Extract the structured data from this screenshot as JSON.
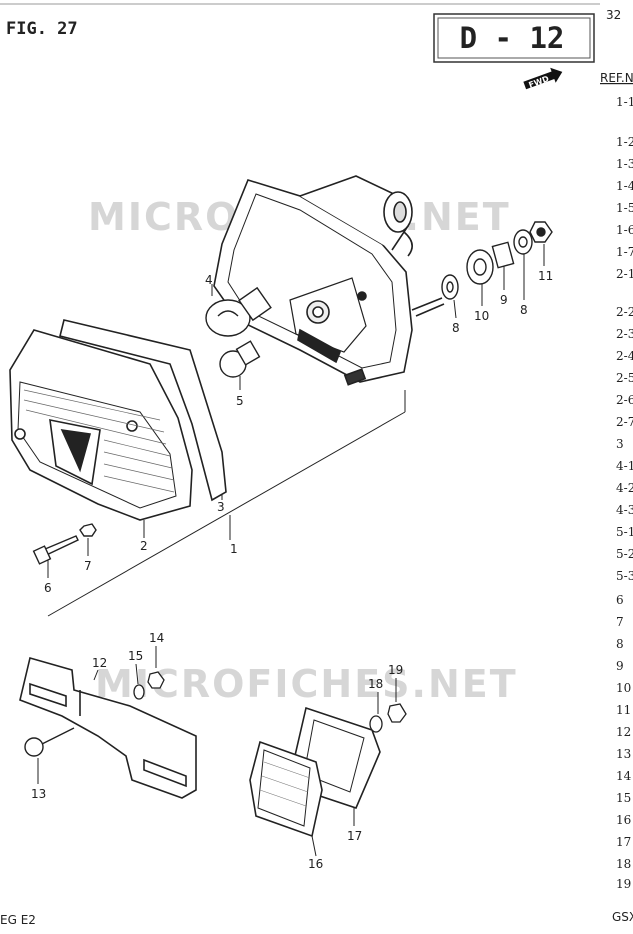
{
  "header": {
    "figure": "FIG. 27",
    "section_code": "D - 12",
    "page_number": "32",
    "fwd_label": "FWD",
    "ref_header": "REF.N"
  },
  "watermark": "MICROFICHES.NET",
  "callouts": [
    "1",
    "2",
    "3",
    "4",
    "5",
    "6",
    "7",
    "8",
    "9",
    "10",
    "11",
    "12",
    "13",
    "14",
    "15",
    "16",
    "17",
    "18",
    "19"
  ],
  "ref_list": [
    "1-1",
    "1-2",
    "1-3",
    "1-4",
    "1-5",
    "1-6",
    "1-7",
    "2-1",
    "2-2",
    "2-3",
    "2-4",
    "2-5",
    "2-6",
    "2-7",
    "3",
    "4-1",
    "4-2",
    "4-3",
    "5-1",
    "5-2",
    "5-3",
    "6",
    "7",
    "8",
    "9",
    "10",
    "11",
    "12",
    "13",
    "14",
    "15",
    "16",
    "17",
    "18",
    "19"
  ],
  "footer": {
    "left": "EG E2",
    "right": "GSX"
  }
}
